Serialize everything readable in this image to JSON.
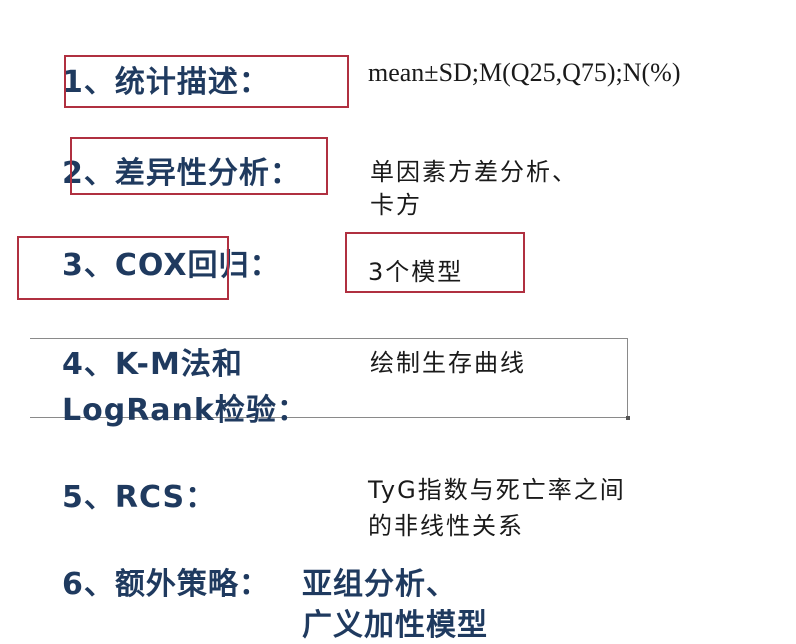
{
  "items": [
    {
      "label": "1、统计描述：",
      "desc": [
        "mean±SD;M(Q25,Q75);N(%)"
      ]
    },
    {
      "label": "2、差异性分析：",
      "desc": [
        "单因素方差分析、",
        "卡方"
      ]
    },
    {
      "label": "3、COX回归：",
      "desc": [
        "3个模型"
      ]
    },
    {
      "label": [
        "4、K-M法和",
        "LogRank检验："
      ],
      "desc": [
        "绘制生存曲线"
      ]
    },
    {
      "label": "5、RCS：",
      "desc": [
        "TyG指数与死亡率之间",
        "的非线性关系"
      ]
    },
    {
      "label": "6、额外策略：",
      "desc": [
        "亚组分析、",
        "广义加性模型"
      ]
    }
  ],
  "colors": {
    "label_text": "#1f3a5f",
    "desc_text": "#1a1a1a",
    "highlight_box": "#b03040",
    "frame_line": "#8a8a8a"
  }
}
